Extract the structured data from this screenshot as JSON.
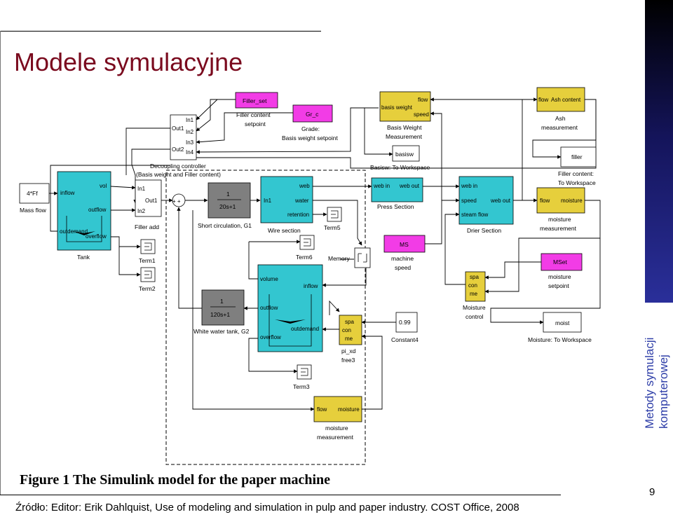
{
  "slide": {
    "title": "Modele symulacyjne",
    "side_label_line1": "Metody symulacji",
    "side_label_line2": "komputerowej",
    "page_number": "9",
    "source": "Źródło: Editor: Erik Dahlquist, Use of modeling and simulation in pulp and paper industry. COST Office, 2008"
  },
  "figure": {
    "caption": "Figure 1 The Simulink model for the paper machine"
  },
  "blocks": {
    "mass_flow": {
      "value": "4*Ff",
      "name": "Mass flow"
    },
    "tank": {
      "name": "Tank",
      "ports": [
        "inflow",
        "vol",
        "outflow",
        "outdemand",
        "overflow"
      ]
    },
    "decoupling": {
      "name_line1": "Decoupling controller",
      "name_line2": "(Basis weight and Filler content)",
      "ports": [
        "In1",
        "Out1",
        "In2",
        "Out2",
        "In3",
        "In4"
      ]
    },
    "filler_set": {
      "value": "Filler_set",
      "name_line1": "Filler content",
      "name_line2": "setpoint"
    },
    "gr_c": {
      "value": "Gr_c",
      "name_line1": "Grade:",
      "name_line2": "Basis weight setpoint"
    },
    "basis_weight_meas": {
      "ports": [
        "basis weight",
        "flow",
        "speed"
      ],
      "name_line1": "Basis Weight",
      "name_line2": "Measurement"
    },
    "basisw": {
      "value": "basisw",
      "name": "Basisw: To Workspace"
    },
    "ash_meas": {
      "ports": [
        "flow",
        "Ash content"
      ],
      "name_line1": "Ash",
      "name_line2": "measurement"
    },
    "filler": {
      "value": "filler",
      "name_line1": "Filler content:",
      "name_line2": "To Workspace"
    },
    "filler_add": {
      "ports": [
        "In1",
        "Out1",
        "In2"
      ],
      "name": "Filler add"
    },
    "sum": {
      "signs": "+ +"
    },
    "short_circ": {
      "num": "1",
      "den": "20s+1",
      "name": "Short circulation, G1"
    },
    "wire_section": {
      "ports": [
        "In1",
        "web",
        "water",
        "retention"
      ],
      "name": "Wire section"
    },
    "term5": {
      "name": "Term5"
    },
    "press_section": {
      "ports": [
        "web in",
        "web out"
      ],
      "name": "Press Section"
    },
    "drier_section": {
      "ports": [
        "web in",
        "speed",
        "steam flow",
        "web out"
      ],
      "name": "Drier Section"
    },
    "moisture_meas_right": {
      "ports": [
        "flow",
        "moisture"
      ],
      "name_line1": "moisture",
      "name_line2": "measurement"
    },
    "term1": {
      "name": "Term1"
    },
    "term2": {
      "name": "Term2"
    },
    "term6": {
      "name": "Term6"
    },
    "memory": {
      "name": "Memory"
    },
    "ms": {
      "value": "MS",
      "name_line1": "machine",
      "name_line2": "speed"
    },
    "mset": {
      "value": "MSet",
      "name_line1": "moisture",
      "name_line2": "setpoint"
    },
    "moisture_control": {
      "ports": [
        "spa",
        "con",
        "me"
      ],
      "name_line1": "Moisture",
      "name_line2": "control"
    },
    "white_water": {
      "num": "1",
      "den": "120s+1",
      "name": "White water tank, G2"
    },
    "ww_tank": {
      "ports": [
        "volume",
        "inflow",
        "outflow",
        "outdemand",
        "overflow"
      ]
    },
    "pi_xd": {
      "ports": [
        "spa",
        "con",
        "me"
      ],
      "name_line1": "pi_xd",
      "name_line2": "free3"
    },
    "constant4": {
      "value": "0.99",
      "name": "Constant4"
    },
    "moist": {
      "value": "moist",
      "name": "Moisture: To Workspace"
    },
    "term3": {
      "name": "Term3"
    },
    "moisture_meas_bottom": {
      "ports": [
        "flow",
        "moisture"
      ],
      "name_line1": "moisture",
      "name_line2": "measurement"
    }
  },
  "colors": {
    "title": "#7a0a1e",
    "cyan_block": "#33c6d0",
    "yellow_block": "#e6cf3c",
    "magenta_block": "#f23ce6",
    "gray_block": "#7f7f7f",
    "side_text": "#2e3ea8"
  }
}
